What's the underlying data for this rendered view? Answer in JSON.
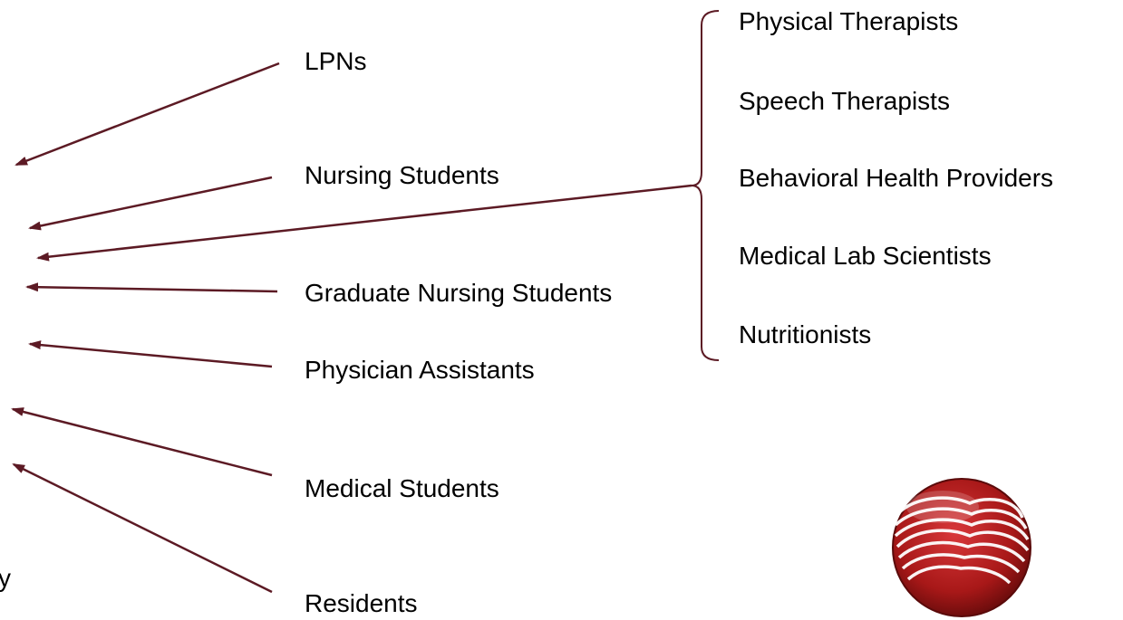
{
  "colors": {
    "arrow": "#5c1a24",
    "text": "#000000",
    "logo_red": "#b21d1d"
  },
  "left_labels": [
    "LPNs",
    "Nursing Students",
    "Graduate Nursing Students",
    "Physician Assistants",
    "Medical Students",
    "Residents"
  ],
  "bracket_group": [
    "Physical Therapists",
    "Speech Therapists",
    "Behavioral Health Providers",
    "Medical Lab Scientists",
    "Nutritionists"
  ],
  "edge_fragment": "y",
  "logo": {
    "icon": "profile-heads-logo-icon"
  }
}
